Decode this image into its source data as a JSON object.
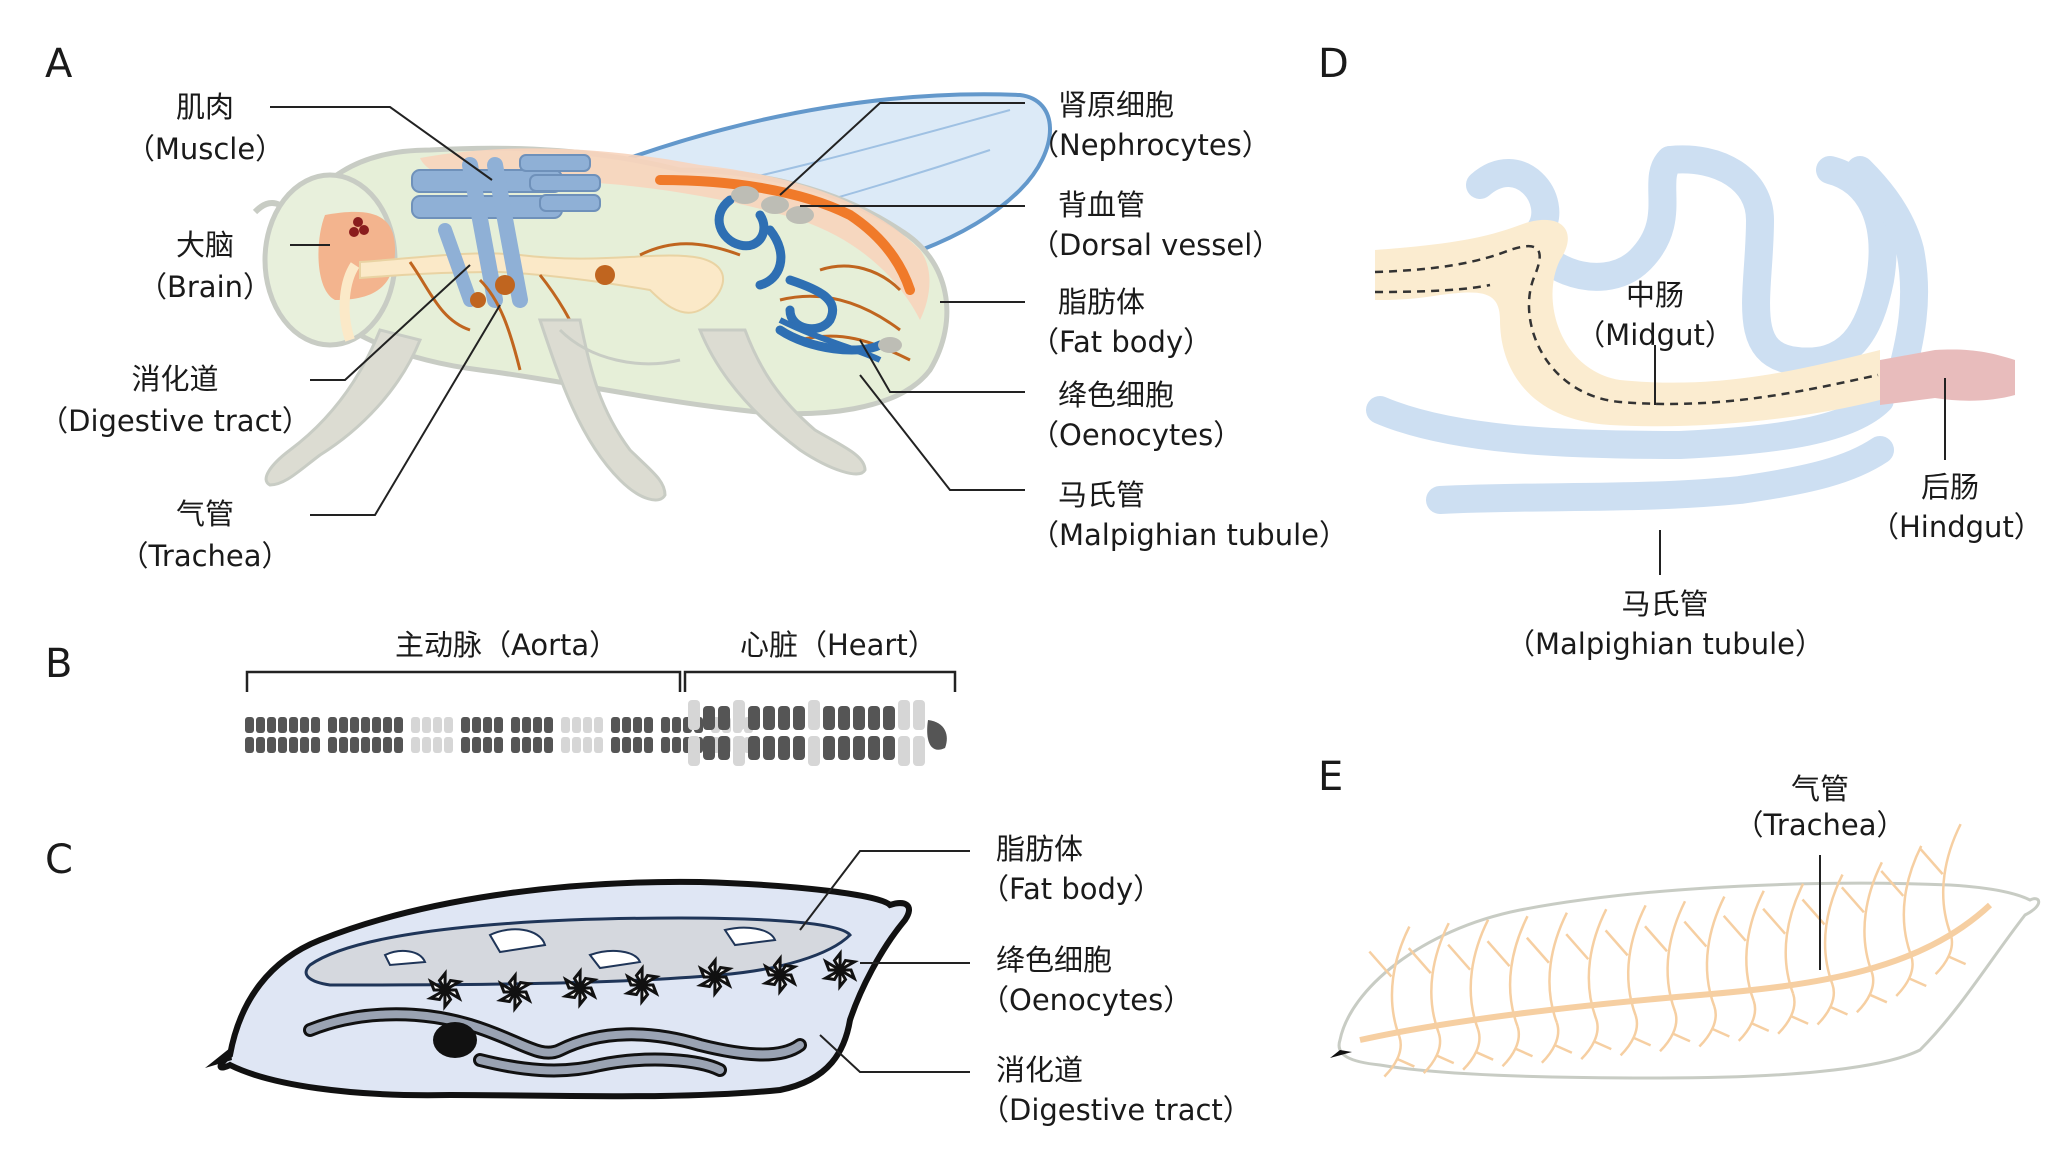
{
  "panels": {
    "A": "A",
    "B": "B",
    "C": "C",
    "D": "D",
    "E": "E"
  },
  "panel_a": {
    "muscle": {
      "zh": "肌肉",
      "en": "（Muscle）"
    },
    "brain": {
      "zh": "大脑",
      "en": "（Brain）"
    },
    "digestive": {
      "zh": "消化道",
      "en": "（Digestive tract）"
    },
    "trachea": {
      "zh": "气管",
      "en": "（Trachea）"
    },
    "nephrocytes": {
      "zh": "肾原细胞",
      "en": "（Nephrocytes）"
    },
    "dorsal": {
      "zh": "背血管",
      "en": "（Dorsal vessel）"
    },
    "fatbody": {
      "zh": "脂肪体",
      "en": "（Fat body）"
    },
    "oenocytes": {
      "zh": "绛色细胞",
      "en": "（Oenocytes）"
    },
    "malpighian": {
      "zh": "马氏管",
      "en": "（Malpighian tubule）"
    }
  },
  "panel_b": {
    "aorta": "主动脉（Aorta）",
    "heart": "心脏（Heart）"
  },
  "panel_c": {
    "fatbody": {
      "zh": "脂肪体",
      "en": "（Fat body）"
    },
    "oenocytes": {
      "zh": "绛色细胞",
      "en": "（Oenocytes）"
    },
    "digestive": {
      "zh": "消化道",
      "en": "（Digestive tract）"
    }
  },
  "panel_d": {
    "midgut": {
      "zh": "中肠",
      "en": "（Midgut）"
    },
    "hindgut": {
      "zh": "后肠",
      "en": "（Hindgut）"
    },
    "malpighian": {
      "zh": "马氏管",
      "en": "（Malpighian tubule）"
    }
  },
  "panel_e": {
    "trachea": {
      "zh": "气管",
      "en": "（Trachea）"
    }
  },
  "colors": {
    "muscle": "#8fb0d6",
    "wing": "#d8e8f6",
    "wing_edge": "#5b93c9",
    "body": "#e6efd8",
    "body_outline": "#c8ccc4",
    "gut": "#fbe9c8",
    "brain": "#f3b48e",
    "trachea_brown": "#c0651f",
    "dorsal_orange": "#f07a2a",
    "nephro_blue": "#2e6fb3",
    "legs": "#dcdcd2",
    "heart_dark": "#555555",
    "heart_light": "#d6d6d6",
    "larva_fill": "#dfe6f4",
    "mt_blue": "#cddff2",
    "midgut_fill": "#fbecd0",
    "hindgut_fill": "#e8bcbc",
    "trachea_e": "#f6cfa2"
  }
}
